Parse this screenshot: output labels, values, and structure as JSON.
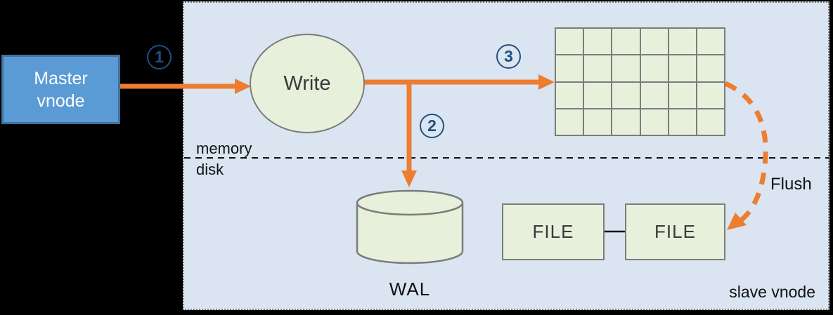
{
  "master_node": {
    "label_line1": "Master",
    "label_line2": "vnode"
  },
  "write_node": {
    "label": "Write"
  },
  "wal_node": {
    "label": "WAL"
  },
  "file_nodes": [
    "FILE",
    "FILE"
  ],
  "flush": {
    "label": "Flush"
  },
  "region": {
    "label": "slave vnode",
    "memory_label": "memory",
    "disk_label": "disk"
  },
  "step_badges": [
    "1",
    "2",
    "3"
  ],
  "memtable_grid": {
    "rows": 4,
    "cols": 6
  },
  "colors": {
    "canvas-bg": "#000000",
    "region-bg": "#dbe5f1",
    "region-border": "#7f7f7f",
    "shape-green": "#e7f0db",
    "shape-border": "#7c7c7c",
    "arrow-orange": "#ed7d31",
    "badge-blue": "#215080",
    "master-fill": "#5b9bd5",
    "master-border": "#41719c"
  }
}
